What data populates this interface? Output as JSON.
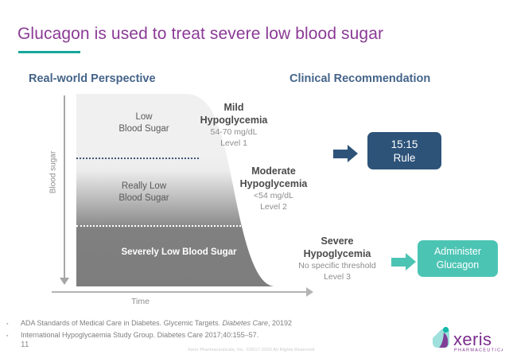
{
  "slide": {
    "title": "Glucagon is used to treat severe low blood sugar",
    "number": "11",
    "copyright": "Xeris Pharmaceuticals, Inc. ©2017-2020 All Rights Reserved"
  },
  "headers": {
    "left": "Real-world Perspective",
    "right": "Clinical Recommendation"
  },
  "chart": {
    "y_axis_label": "Blood sugar",
    "x_axis_label": "Time",
    "bands": [
      {
        "line1": "Low",
        "line2": "Blood Sugar"
      },
      {
        "line1": "Really Low",
        "line2": "Blood Sugar"
      },
      {
        "line1": "Severely Low",
        "line2": "Blood Sugar"
      }
    ]
  },
  "annotations": [
    {
      "title_line1": "Mild",
      "title_line2": "Hypoglycemia",
      "range": "54-70 mg/dL",
      "level": "Level 1"
    },
    {
      "title_line1": "Moderate",
      "title_line2": "Hypoglycemia",
      "range": "<54 mg/dL",
      "level": "Level 2"
    },
    {
      "title_line1": "Severe",
      "title_line2": "Hypoglycemia",
      "range": "No specific threshold",
      "level": "Level 3"
    }
  ],
  "callouts": [
    {
      "line1": "15:15",
      "line2": "Rule"
    },
    {
      "line1": "Administer",
      "line2": "Glucagon"
    }
  ],
  "footnotes": [
    {
      "bullet": "▪",
      "pre": "ADA Standards of Medical Care in Diabetes. Glycemic Targets. ",
      "italic": "Diabetes Care",
      "post": ", 20192"
    },
    {
      "bullet": "▪",
      "pre": "International Hypoglycaemia Study Group. Diabetes Care 2017;40:155–57.",
      "italic": "",
      "post": ""
    }
  ],
  "logo": {
    "wordmark": "xeris",
    "tagline": "PHARMACEUTICALS"
  },
  "colors": {
    "title_purple": "#8b3a96",
    "accent_teal": "#16a79b",
    "header_blue": "#456489",
    "navy": "#2d5379",
    "teal_box": "#4cc4b4"
  }
}
